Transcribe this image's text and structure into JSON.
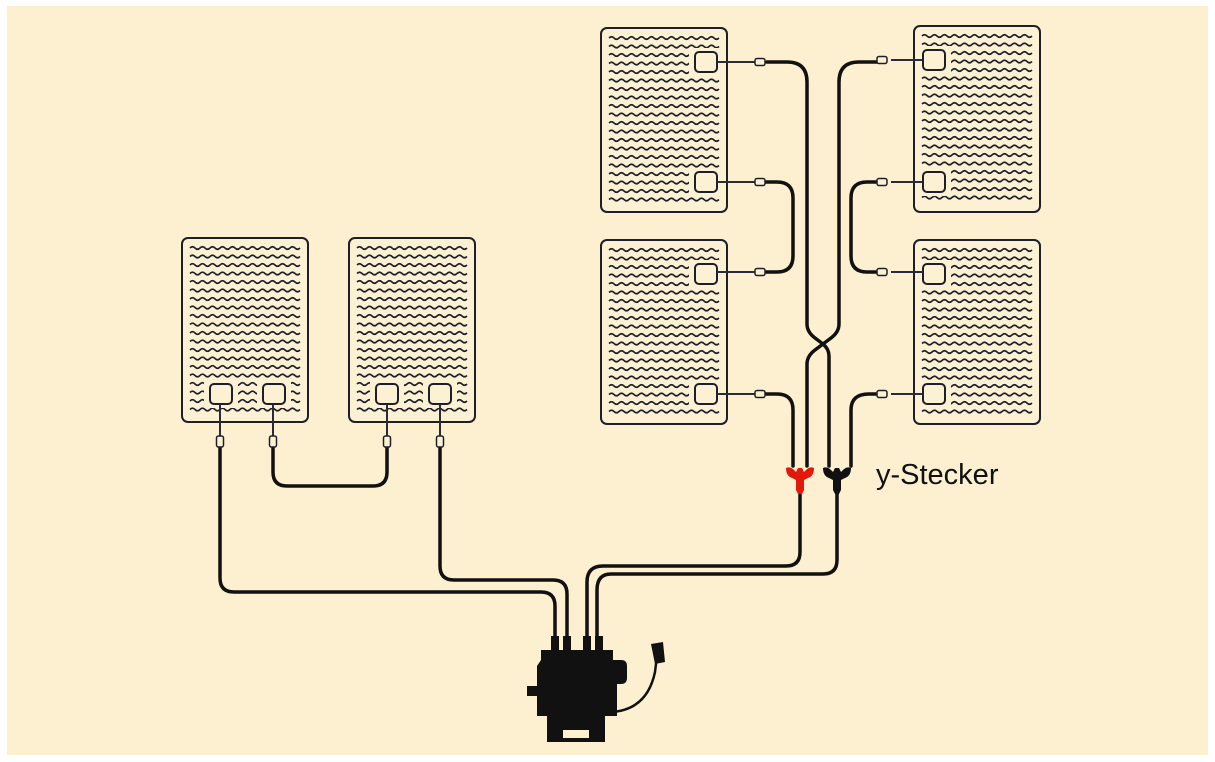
{
  "diagram": {
    "background": "#fdf0d1",
    "cable_color": "#111111",
    "panel_color": "#1f1f2b",
    "labels": {
      "y_connector": "y-Stecker"
    },
    "y_connectors": [
      {
        "polarity": "plus",
        "color": "#e3170a"
      },
      {
        "polarity": "minus",
        "color": "#111111"
      }
    ],
    "inverter": {
      "icon": "microinverter-icon",
      "color": "#111111"
    }
  }
}
